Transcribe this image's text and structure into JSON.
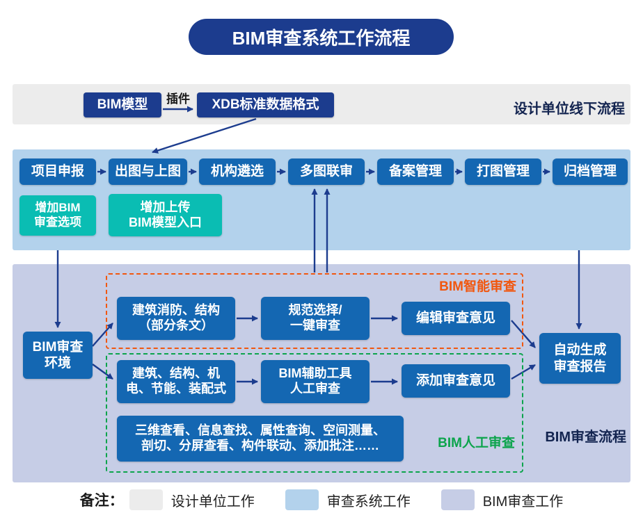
{
  "title": "BIM审查系统工作流程",
  "offline": {
    "section_label": "设计单位线下流程",
    "bim_model": "BIM模型",
    "plugin": "插件",
    "xdb": "XDB标准数据格式"
  },
  "system": {
    "steps": [
      {
        "label": "项目申报"
      },
      {
        "label": "出图与上图"
      },
      {
        "label": "机构遴选"
      },
      {
        "label": "多图联审"
      },
      {
        "label": "备案管理"
      },
      {
        "label": "打图管理"
      },
      {
        "label": "归档管理"
      }
    ],
    "addition_review_option": "增加BIM\n审查选项",
    "addition_upload_entry": "增加上传\nBIM模型入口"
  },
  "review": {
    "section_label": "BIM审查流程",
    "environment": "BIM审查\n环境",
    "smart": {
      "label": "BIM智能审查",
      "step1": "建筑消防、结构\n（部分条文）",
      "step2": "规范选择/\n一键审查",
      "step3": "编辑审查意见"
    },
    "manual": {
      "label": "BIM人工审查",
      "step1": "建筑、结构、机\n电、节能、装配式",
      "step2": "BIM辅助工具\n人工审查",
      "step3": "添加审查意见",
      "tools": "三维查看、信息查找、属性查询、空间测量、\n剖切、分屏查看、构件联动、添加批注……"
    },
    "report": "自动生成\n审查报告"
  },
  "legend": {
    "label": "备注：",
    "items": [
      {
        "label": "设计单位工作",
        "color": "#ececec"
      },
      {
        "label": "审查系统工作",
        "color": "#b3d2ec"
      },
      {
        "label": "BIM审查工作",
        "color": "#c6cde6"
      }
    ]
  },
  "colors": {
    "navy": "#1c3c8e",
    "process_blue": "#1467b2",
    "teal": "#0abdb3",
    "smart_orange": "#f1570f",
    "manual_green": "#0ca44c",
    "offline_band": "#ececec",
    "system_band": "#b3d2ec",
    "review_band": "#c6cde6"
  }
}
